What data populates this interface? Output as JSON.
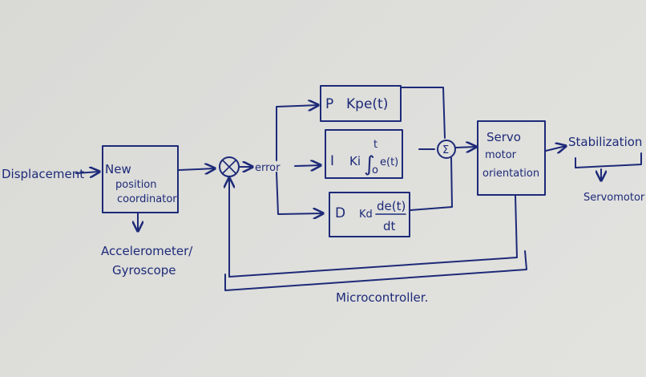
{
  "diagram": {
    "input_label": "Displacement",
    "position_block": [
      "New",
      "position",
      "coordinator"
    ],
    "sensor_label": [
      "Accelerometer/",
      "Gyroscope"
    ],
    "error_label": "error",
    "p_block": {
      "letter": "P",
      "expr": "Kpe(t)"
    },
    "i_block": {
      "letter": "I",
      "gain": "Ki",
      "upper": "t",
      "lower": "o",
      "expr": "e(t)"
    },
    "d_block": {
      "letter": "D",
      "gain": "Kd",
      "num": "de(t)",
      "den": "dt"
    },
    "sum_symbol": "Σ",
    "servo_block": [
      "Servo",
      "motor",
      "orientation"
    ],
    "output_label": "Stabilization",
    "servomotor_label": "Servomotor",
    "controller_label": "Microcontroller."
  }
}
